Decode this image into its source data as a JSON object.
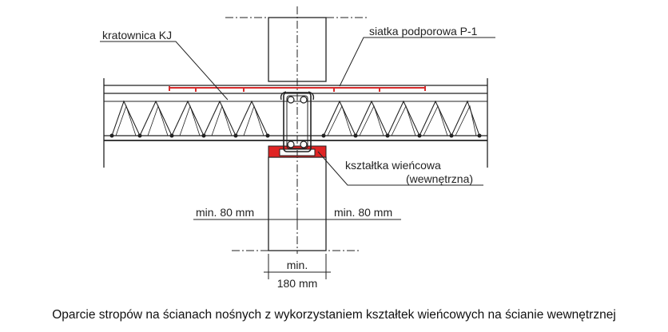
{
  "labels": {
    "truss": "kratownica KJ",
    "mesh": "siatka podporowa P-1",
    "block_line1": "kształtka wieńcowa",
    "block_line2": "(wewnętrzna)",
    "min_left": "min. 80 mm",
    "min_right": "min. 80 mm",
    "wall_min": "min.",
    "wall_width": "180 mm"
  },
  "caption": "Oparcie stropów na ścianach nośnych z wykorzystaniem kształtek wieńcowych  na ścianie wewnętrznej",
  "colors": {
    "line": "#222222",
    "accent_red": "#d62b2b",
    "block_fill": "#e02424"
  }
}
